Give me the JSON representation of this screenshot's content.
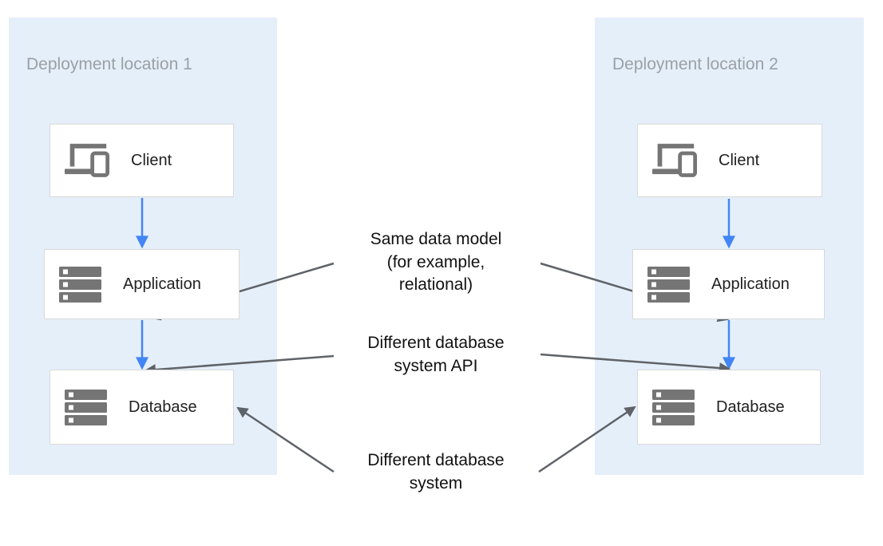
{
  "panels": [
    {
      "title": "Deployment location 1",
      "nodes": [
        {
          "label": "Client",
          "icon": "client-devices-icon"
        },
        {
          "label": "Application",
          "icon": "server-stack-icon"
        },
        {
          "label": "Database",
          "icon": "server-stack-icon"
        }
      ]
    },
    {
      "title": "Deployment location 2",
      "nodes": [
        {
          "label": "Client",
          "icon": "client-devices-icon"
        },
        {
          "label": "Application",
          "icon": "server-stack-icon"
        },
        {
          "label": "Database",
          "icon": "server-stack-icon"
        }
      ]
    }
  ],
  "annotations": [
    {
      "text": "Same data model (for example, relational)",
      "lines": [
        "Same data model",
        "(for example,",
        "relational)"
      ],
      "points_to": [
        "application-1",
        "application-2"
      ]
    },
    {
      "text": "Different database system API",
      "lines": [
        "Different database",
        "system API"
      ],
      "points_to": [
        "database-1",
        "database-2"
      ]
    },
    {
      "text": "Different database system",
      "lines": [
        "Different database",
        "system"
      ],
      "points_to": [
        "database-1",
        "database-2"
      ]
    }
  ],
  "edges": [
    {
      "from": "client-1",
      "to": "application-1",
      "color": "blue"
    },
    {
      "from": "application-1",
      "to": "database-1",
      "color": "blue"
    },
    {
      "from": "client-2",
      "to": "application-2",
      "color": "blue"
    },
    {
      "from": "application-2",
      "to": "database-2",
      "color": "blue"
    }
  ],
  "colors": {
    "panel_bg": "#e5effa",
    "node_bg": "#ffffff",
    "node_border": "#d9d9d9",
    "icon_gray": "#757575",
    "title_gray": "#9aa0a6",
    "label_dark": "#212121",
    "annotation_black": "#111111",
    "arrow_blue": "#4285f4",
    "arrow_gray": "#5f6368"
  }
}
